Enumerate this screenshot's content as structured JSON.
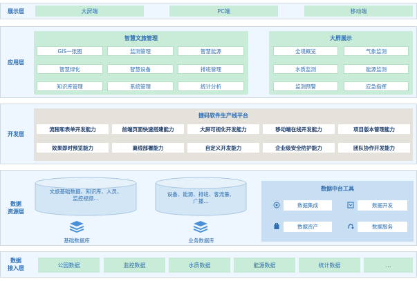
{
  "display": {
    "label": "展示层",
    "items": [
      "大屏端",
      "PC端",
      "移动端"
    ]
  },
  "application": {
    "label": "应用层",
    "groups": [
      {
        "title": "智慧文旅管理",
        "items": [
          "GIS一张图",
          "监测管理",
          "智慧能源",
          "智慧绿化",
          "智慧设备",
          "排班管理",
          "知识库管理",
          "系统管理",
          "统计分析"
        ]
      },
      {
        "title": "大屏展示",
        "items": [
          "全境概览",
          "气象监测",
          "水质监测",
          "能源监测",
          "监测预警",
          "应急指挥"
        ]
      }
    ]
  },
  "development": {
    "label": "开发层",
    "title": "捷码软件生产线平台",
    "items": [
      "流程和表单开发能力",
      "前端页面快速搭建能力",
      "大屏可视化开发能力",
      "移动端在线开发能力",
      "项目版本管理能力",
      "效果即时预览能力",
      "离线部署能力",
      "自定义开发能力",
      "企业级安全防护能力",
      "团队协作开发能力"
    ]
  },
  "data_resource": {
    "label_line1": "数据",
    "label_line2": "资源层",
    "basic_db": {
      "text_line1": "文旅基础数据、知识库、人员、",
      "text_line2": "监控视频…",
      "label": "基础数据库"
    },
    "business_db": {
      "text_line1": "设备、能源、排班、客流量、",
      "text_line2": "广播…",
      "label": "业务数据库"
    },
    "tools": {
      "title": "数据中台工具",
      "items": [
        "数据集成",
        "数据开发",
        "数据资产",
        "数据服务"
      ]
    }
  },
  "data_access": {
    "label_line1": "数据",
    "label_line2": "接入层",
    "items": [
      "公园数据",
      "监控数据",
      "水质数据",
      "能源数据",
      "统计数据",
      "…"
    ]
  }
}
